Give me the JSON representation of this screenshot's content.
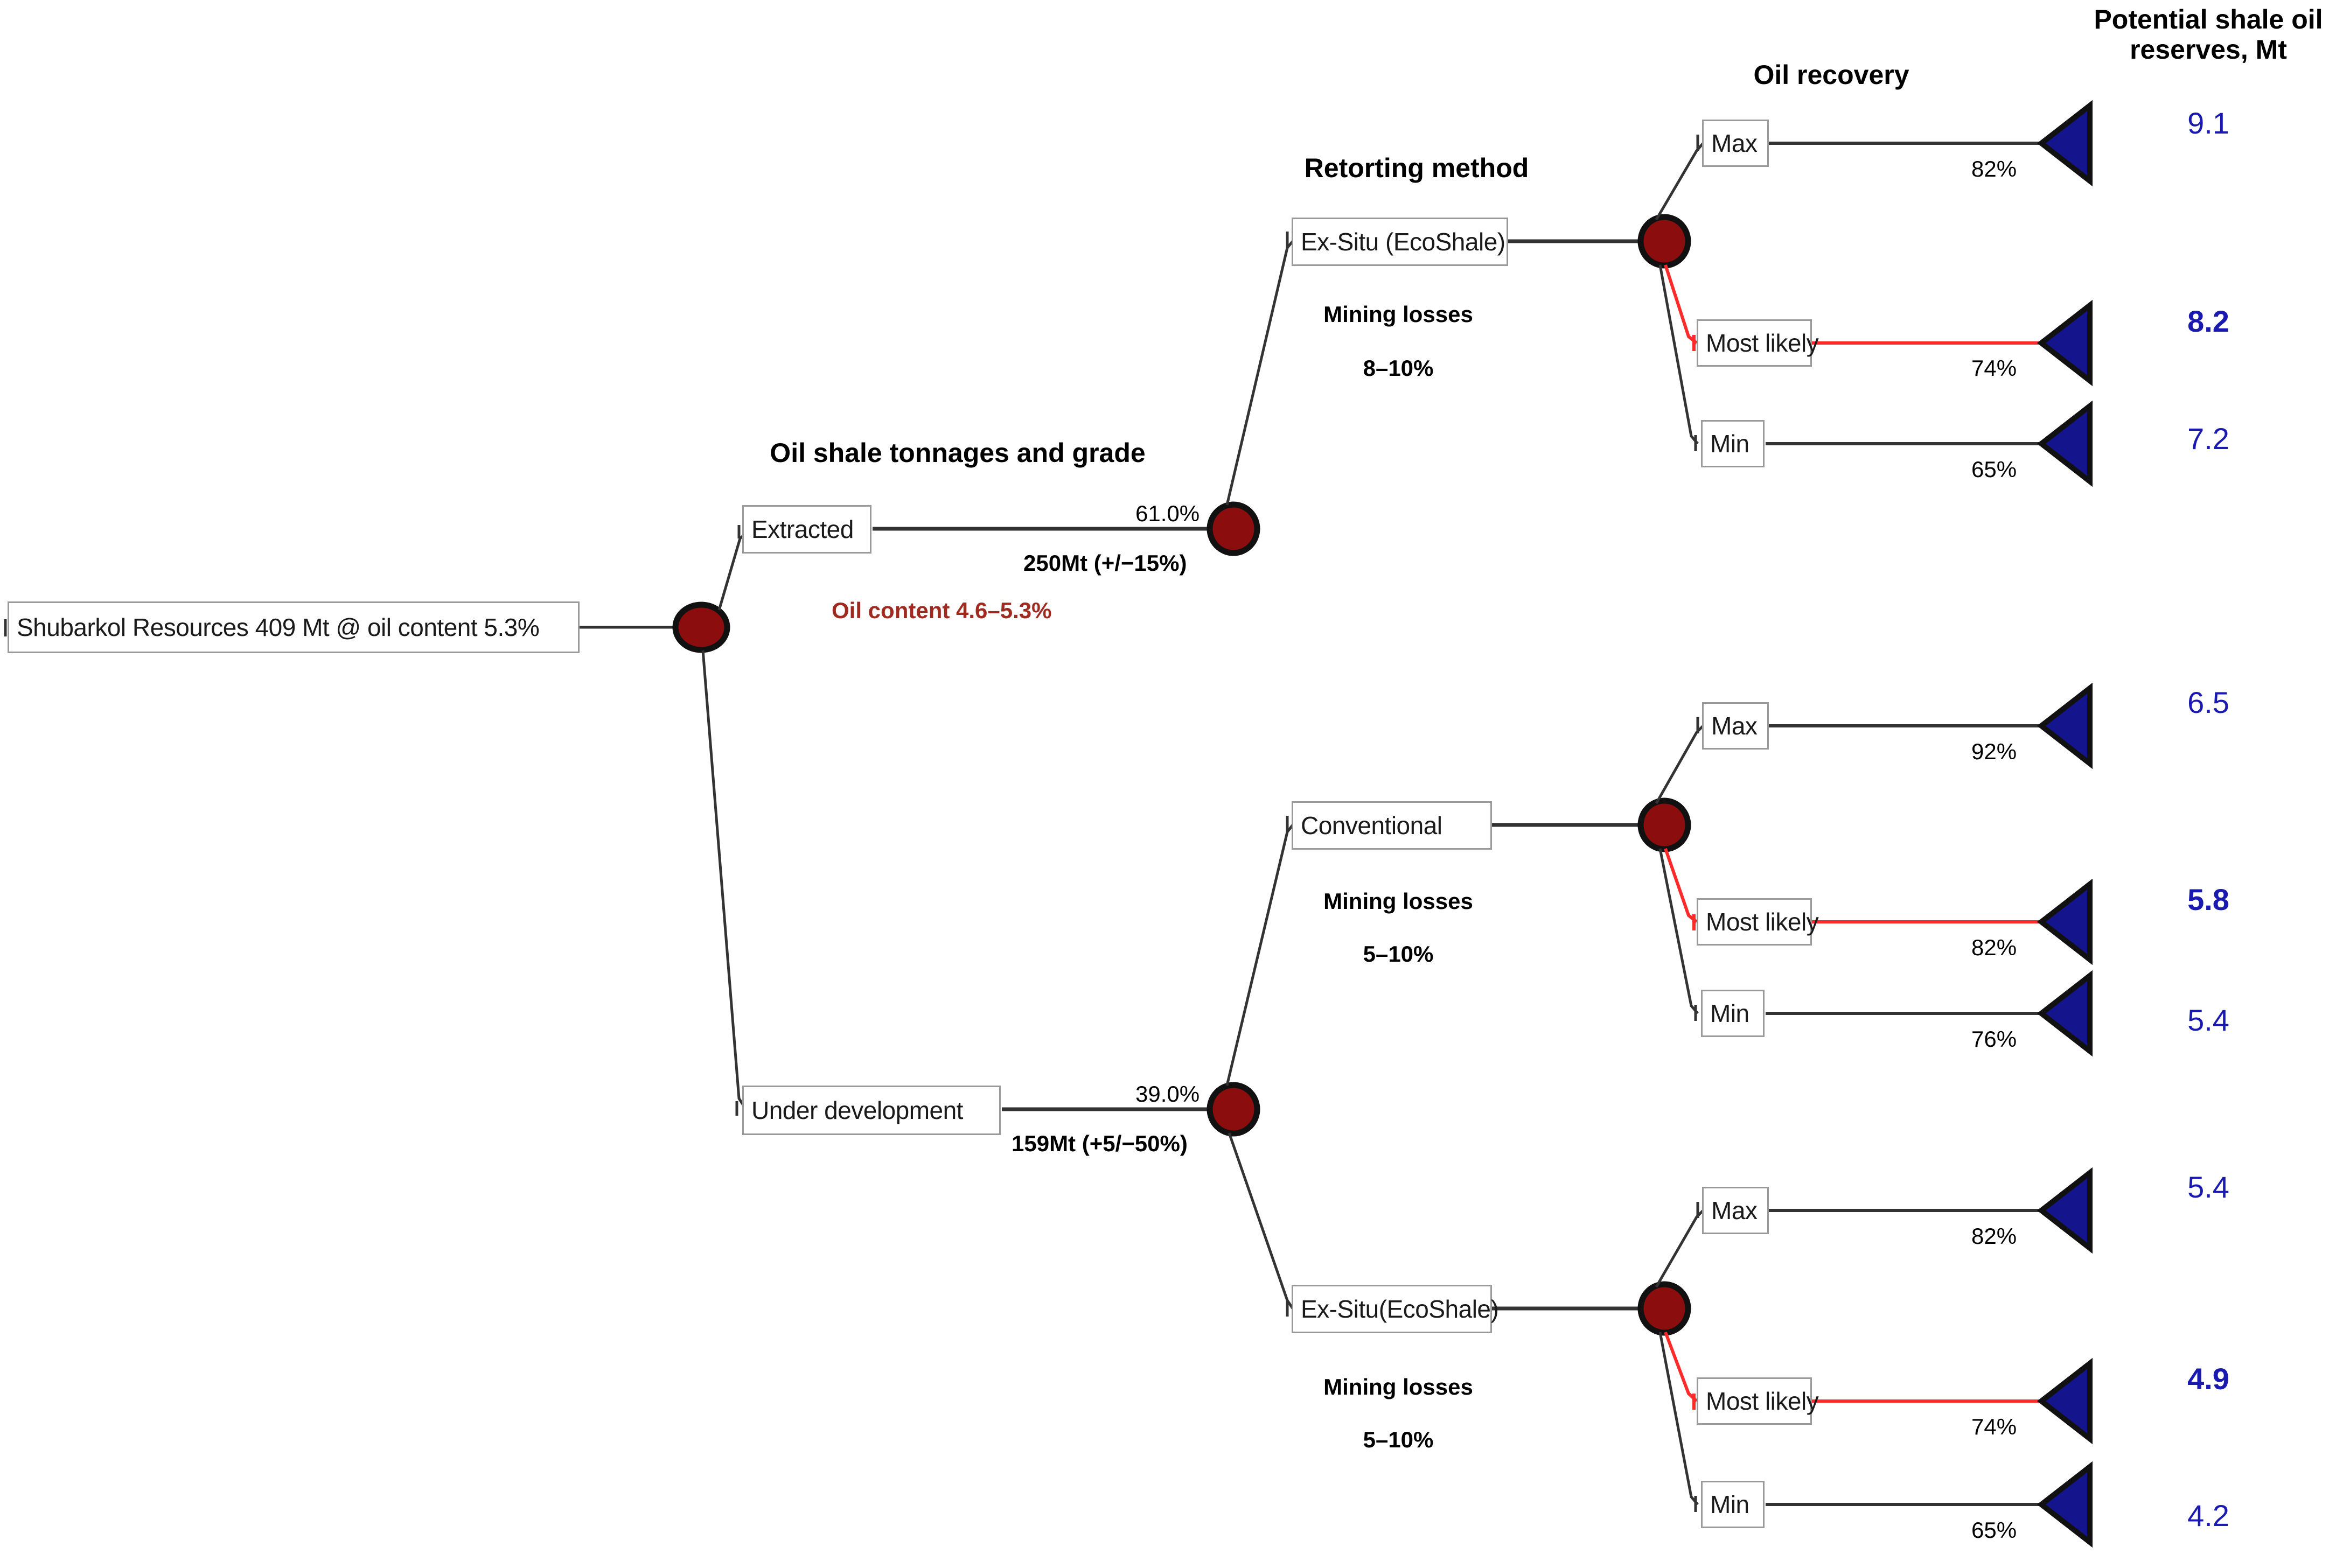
{
  "headers": {
    "tonnages": "Oil shale tonnages and grade",
    "retorting": "Retorting method",
    "recovery": "Oil recovery",
    "reserves_line1": "Potential shale oil",
    "reserves_line2": "reserves, Mt"
  },
  "root": {
    "label": "Shubarkol Resources 409 Mt @ oil content 5.3%"
  },
  "notes": {
    "oil_content": "Oil content 4.6–5.3%"
  },
  "branches": {
    "extracted": {
      "label": "Extracted",
      "probability": "61.0%",
      "tonnage": "250Mt (+/−15%)"
    },
    "under_development": {
      "label": "Under development",
      "probability": "39.0%",
      "tonnage": "159Mt (+5/−50%)"
    }
  },
  "methods": {
    "exsitu_top": {
      "label": "Ex-Situ (EcoShale)",
      "losses_title": "Mining losses",
      "losses_value": "8–10%"
    },
    "conventional": {
      "label": "Conventional",
      "losses_title": "Mining losses",
      "losses_value": "5–10%"
    },
    "exsitu_bottom": {
      "label": "Ex-Situ(EcoShale)",
      "losses_title": "Mining losses",
      "losses_value": "5–10%"
    }
  },
  "outcomes": [
    {
      "label": "Max",
      "percent": "82%",
      "payoff": "9.1",
      "highlighted": false
    },
    {
      "label": "Most likely",
      "percent": "74%",
      "payoff": "8.2",
      "highlighted": true
    },
    {
      "label": "Min",
      "percent": "65%",
      "payoff": "7.2",
      "highlighted": false
    },
    {
      "label": "Max",
      "percent": "92%",
      "payoff": "6.5",
      "highlighted": false
    },
    {
      "label": "Most likely",
      "percent": "82%",
      "payoff": "5.8",
      "highlighted": true
    },
    {
      "label": "Min",
      "percent": "76%",
      "payoff": "5.4",
      "highlighted": false
    },
    {
      "label": "Max",
      "percent": "82%",
      "payoff": "5.4",
      "highlighted": false
    },
    {
      "label": "Most likely",
      "percent": "74%",
      "payoff": "4.9",
      "highlighted": true
    },
    {
      "label": "Min",
      "percent": "65%",
      "payoff": "4.2",
      "highlighted": false
    }
  ],
  "colors": {
    "chance_node": "#8B0D0D",
    "terminal_node": "#14148C",
    "highlight_path": "#FF2A2A",
    "edge": "#333333",
    "payoff_text": "#1a1ab0",
    "note_text": "#9e2a20"
  },
  "chart_data": {
    "type": "diagram",
    "title": "Shubarkol oil shale potential reserves decision tree",
    "columns": [
      "Oil shale tonnages and grade",
      "Retorting method",
      "Oil recovery",
      "Potential shale oil reserves, Mt"
    ],
    "root": "Shubarkol Resources 409 Mt @ oil content 5.3%",
    "paths": [
      {
        "tonnage_branch": "Extracted",
        "tonnage_probability": 61.0,
        "tonnage_mass": "250Mt (+/-15%)",
        "method": "Ex-Situ (EcoShale)",
        "mining_losses": "8-10%",
        "recovery_case": "Max",
        "recovery_percent": 82,
        "reserves_mt": 9.1
      },
      {
        "tonnage_branch": "Extracted",
        "tonnage_probability": 61.0,
        "tonnage_mass": "250Mt (+/-15%)",
        "method": "Ex-Situ (EcoShale)",
        "mining_losses": "8-10%",
        "recovery_case": "Most likely",
        "recovery_percent": 74,
        "reserves_mt": 8.2
      },
      {
        "tonnage_branch": "Extracted",
        "tonnage_probability": 61.0,
        "tonnage_mass": "250Mt (+/-15%)",
        "method": "Ex-Situ (EcoShale)",
        "mining_losses": "8-10%",
        "recovery_case": "Min",
        "recovery_percent": 65,
        "reserves_mt": 7.2
      },
      {
        "tonnage_branch": "Under development",
        "tonnage_probability": 39.0,
        "tonnage_mass": "159Mt (+5/-50%)",
        "method": "Conventional",
        "mining_losses": "5-10%",
        "recovery_case": "Max",
        "recovery_percent": 92,
        "reserves_mt": 6.5
      },
      {
        "tonnage_branch": "Under development",
        "tonnage_probability": 39.0,
        "tonnage_mass": "159Mt (+5/-50%)",
        "method": "Conventional",
        "mining_losses": "5-10%",
        "recovery_case": "Most likely",
        "recovery_percent": 82,
        "reserves_mt": 5.8
      },
      {
        "tonnage_branch": "Under development",
        "tonnage_probability": 39.0,
        "tonnage_mass": "159Mt (+5/-50%)",
        "method": "Conventional",
        "mining_losses": "5-10%",
        "recovery_case": "Min",
        "recovery_percent": 76,
        "reserves_mt": 5.4
      },
      {
        "tonnage_branch": "Under development",
        "tonnage_probability": 39.0,
        "tonnage_mass": "159Mt (+5/-50%)",
        "method": "Ex-Situ(EcoShale)",
        "mining_losses": "5-10%",
        "recovery_case": "Max",
        "recovery_percent": 82,
        "reserves_mt": 5.4
      },
      {
        "tonnage_branch": "Under development",
        "tonnage_probability": 39.0,
        "tonnage_mass": "159Mt (+5/-50%)",
        "method": "Ex-Situ(EcoShale)",
        "mining_losses": "5-10%",
        "recovery_case": "Most likely",
        "recovery_percent": 74,
        "reserves_mt": 4.9
      },
      {
        "tonnage_branch": "Under development",
        "tonnage_probability": 39.0,
        "tonnage_mass": "159Mt (+5/-50%)",
        "method": "Ex-Situ(EcoShale)",
        "mining_losses": "5-10%",
        "recovery_case": "Min",
        "recovery_percent": 65,
        "reserves_mt": 4.2
      }
    ],
    "highlighted_paths": [
      "Most likely"
    ]
  }
}
